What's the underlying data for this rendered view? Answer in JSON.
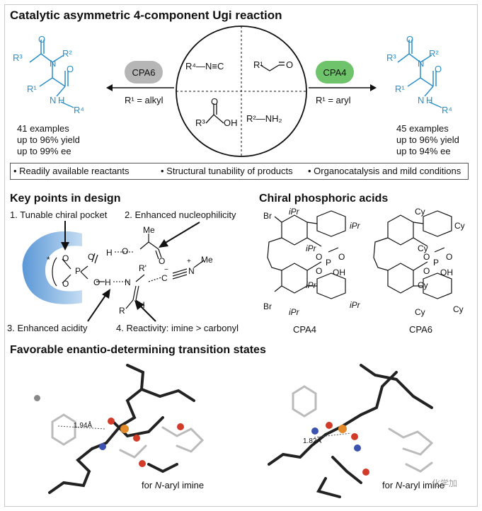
{
  "title": "Catalytic asymmetric 4-component Ugi reaction",
  "catalysts": {
    "left": {
      "label": "CPA6",
      "condition": "R¹ = alkyl",
      "color": "#b6b6b6"
    },
    "right": {
      "label": "CPA4",
      "condition": "R¹ = aryl",
      "color": "#6fc36a"
    }
  },
  "reactants": {
    "isocyanide": "R⁴—N≡C",
    "aldehyde_r": "R¹",
    "aldehyde_o": "O",
    "acid_r": "R³",
    "acid_oh": "OH",
    "acid_o": "O",
    "amine": "R²—NH₂"
  },
  "products": {
    "left": {
      "stats": [
        "41 examples",
        "up to 96% yield",
        "up to 99% ee"
      ]
    },
    "right": {
      "stats": [
        "45 examples",
        "up to 96% yield",
        "up to 94% ee"
      ]
    },
    "labels": {
      "r3": "R³",
      "r2": "R²",
      "r1": "R¹",
      "r4": "R⁴",
      "n": "N",
      "o": "O",
      "nh": "N",
      "h": "H"
    }
  },
  "features": [
    "• Readily available reactants",
    "• Structural tunability of products",
    "• Organocatalysis and mild conditions"
  ],
  "design": {
    "title": "Key points in design",
    "points": [
      "1. Tunable chiral pocket",
      "2. Enhanced nucleophilicity",
      "3. Enhanced acidity",
      "4. Reactivity: imine > carbonyl"
    ],
    "atoms": {
      "star": "*",
      "o": "O",
      "p": "P",
      "h": "H",
      "n": "N",
      "r1": "R'",
      "r": "R",
      "me": "Me",
      "c": "C",
      "plus": "+",
      "minus": "−"
    }
  },
  "acids": {
    "title": "Chiral phosphoric acids",
    "cpa4": {
      "label": "CPA4",
      "sub": "iPr",
      "br": "Br"
    },
    "cpa6": {
      "label": "CPA6",
      "sub": "Cy"
    },
    "atoms": {
      "o": "O",
      "p": "P",
      "oh": "OH"
    }
  },
  "ts": {
    "title": "Favorable enantio-determining transition states",
    "left": {
      "distance": "1.94Å",
      "caption_pre": "for ",
      "caption_it": "N",
      "caption_post": "-aryl imine"
    },
    "right": {
      "distance": "1.82Å",
      "caption_pre": "for ",
      "caption_it": "N",
      "caption_post": "-aryl imine"
    }
  },
  "watermark": "化学加",
  "colors": {
    "blue": "#2b8fc8",
    "pocket": "#5b9bd5",
    "oxygen": "#d23a2a",
    "nitrogen": "#3b52b0",
    "phosphorus": "#e38b2a"
  }
}
